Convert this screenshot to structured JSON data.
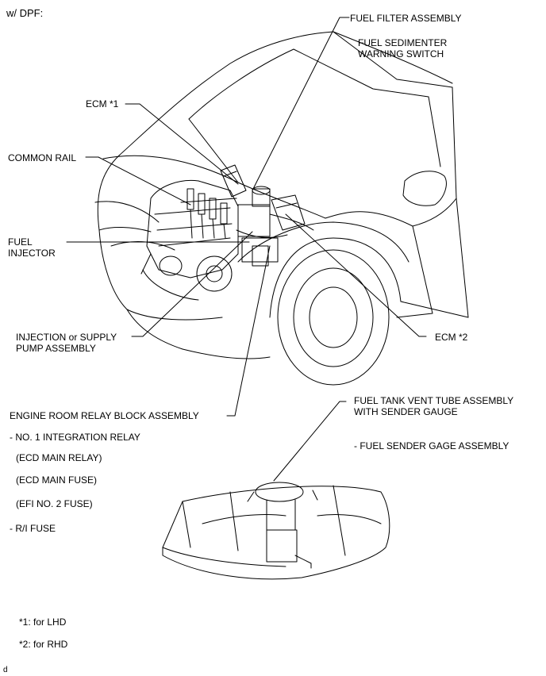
{
  "header": {
    "variant": "w/ DPF:"
  },
  "callouts": {
    "fuel_filter": "FUEL FILTER ASSEMBLY",
    "sedimenter_line1": "FUEL SEDIMENTER",
    "sedimenter_line2": "WARNING SWITCH",
    "ecm1": "ECM *1",
    "common_rail": "COMMON RAIL",
    "fuel_injector_line1": "FUEL",
    "fuel_injector_line2": "INJECTOR",
    "injection_pump_line1": "INJECTION or SUPPLY",
    "injection_pump_line2": "PUMP ASSEMBLY",
    "ecm2": "ECM *2",
    "relay_block": "ENGINE ROOM RELAY BLOCK ASSEMBLY",
    "tank_vent_line1": "FUEL TANK VENT TUBE ASSEMBLY",
    "tank_vent_line2": "WITH SENDER GAUGE"
  },
  "relay_block_items": [
    "- NO. 1 INTEGRATION RELAY",
    "(ECD MAIN RELAY)",
    "(ECD MAIN FUSE)",
    "(EFI NO. 2 FUSE)",
    "- R/I FUSE"
  ],
  "tank_items": [
    "- FUEL SENDER GAGE ASSEMBLY"
  ],
  "footnotes": [
    "*1: for LHD",
    "*2: for RHD"
  ],
  "corner_mark": "d"
}
